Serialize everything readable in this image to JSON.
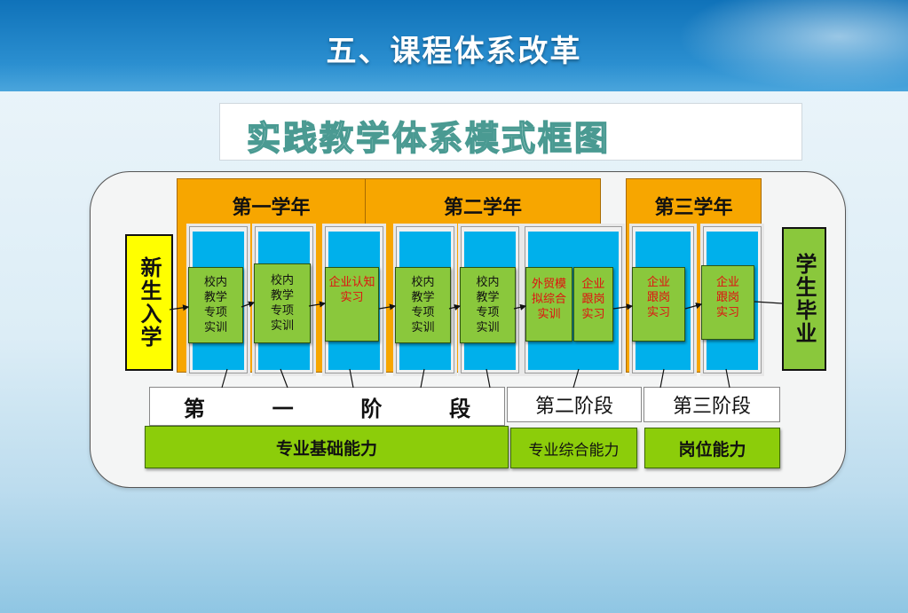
{
  "header": {
    "title": "五、课程体系改革"
  },
  "subtitle": "实践教学体系模式框图",
  "years": [
    "第一学年",
    "第二学年",
    "第三学年"
  ],
  "start_label": "新生入学",
  "end_label": "学生毕业",
  "modules": [
    "校内教学专项实训",
    "校内教学专项实训",
    "企业认知实习",
    "校内教学专项实训",
    "校内教学专项实训",
    "外贸模拟综合实训",
    "企业跟岗实习",
    "企业跟岗实习",
    "企业跟岗实习"
  ],
  "stages": {
    "first": [
      "第",
      "一",
      "阶",
      "段"
    ],
    "second": "第二阶段",
    "third": "第三阶段"
  },
  "abilities": {
    "basic": "专业基础能力",
    "comprehensive": "专业综合能力",
    "position": "岗位能力"
  },
  "colors": {
    "header_blue": "#0f72b9",
    "year_orange": "#f7a600",
    "module_green": "#8ac83c",
    "ability_green": "#8ccd0a",
    "column_cyan": "#00b0eb",
    "start_yellow": "#ffff00",
    "red_text": "#e01010"
  }
}
